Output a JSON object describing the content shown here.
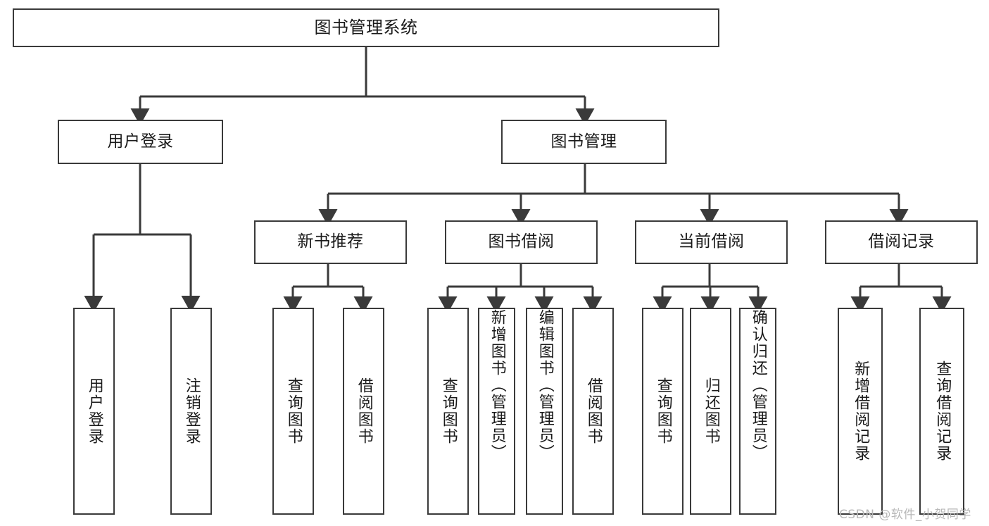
{
  "diagram": {
    "type": "tree",
    "title": "图书管理系统",
    "colors": {
      "box_border": "#3a3a3a",
      "box_fill": "#ffffff",
      "edge": "#3a3a3a",
      "text": "#1a1a1a",
      "watermark": "#b8b8b8",
      "background": "#ffffff"
    },
    "root": {
      "label": "图书管理系统"
    },
    "level2": [
      {
        "label": "用户登录"
      },
      {
        "label": "图书管理"
      }
    ],
    "level3": [
      {
        "label": "新书推荐"
      },
      {
        "label": "图书借阅"
      },
      {
        "label": "当前借阅"
      },
      {
        "label": "借阅记录"
      }
    ],
    "leaves": {
      "user_login": [
        {
          "label": "用户登录"
        },
        {
          "label": "注销登录"
        }
      ],
      "new_book_recommend": [
        {
          "label": "查询图书"
        },
        {
          "label": "借阅图书"
        }
      ],
      "book_borrow": [
        {
          "label": "查询图书"
        },
        {
          "label": "新增图书（管理员）"
        },
        {
          "label": "编辑图书（管理员）"
        },
        {
          "label": "借阅图书"
        }
      ],
      "current_borrow": [
        {
          "label": "查询图书"
        },
        {
          "label": "归还图书"
        },
        {
          "label": "确认归还（管理员）"
        }
      ],
      "borrow_record": [
        {
          "label": "新增借阅记录"
        },
        {
          "label": "查询借阅记录"
        }
      ]
    },
    "watermark": "CSDN @软件_小贺同学"
  }
}
